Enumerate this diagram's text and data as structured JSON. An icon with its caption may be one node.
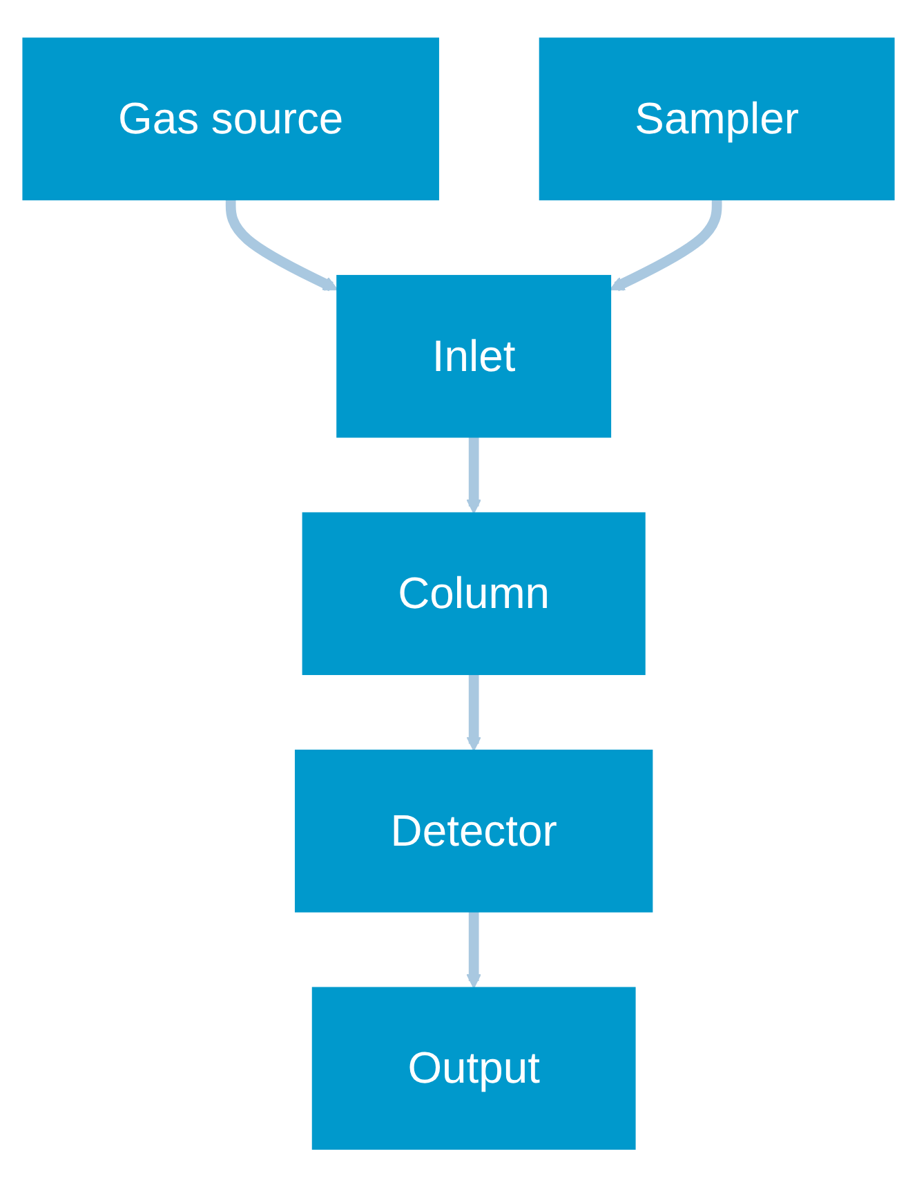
{
  "diagram": {
    "nodes": [
      {
        "text": [
          "Gas source"
        ]
      },
      {
        "text": [
          "Sampler"
        ]
      },
      {
        "text": [
          "Inlet"
        ]
      },
      {
        "text": [
          "Column"
        ]
      },
      {
        "text": [
          "Detector"
        ]
      },
      {
        "text": [
          "Output"
        ]
      }
    ],
    "edges": [
      {
        "from": 0,
        "to": 2,
        "arrow": "to"
      },
      {
        "from": 1,
        "to": 2,
        "arrow": "to"
      },
      {
        "from": 2,
        "to": 3,
        "arrow": "to"
      },
      {
        "from": 3,
        "to": 4,
        "arrow": "to"
      },
      {
        "from": 4,
        "to": 5,
        "arrow": "to"
      }
    ]
  }
}
